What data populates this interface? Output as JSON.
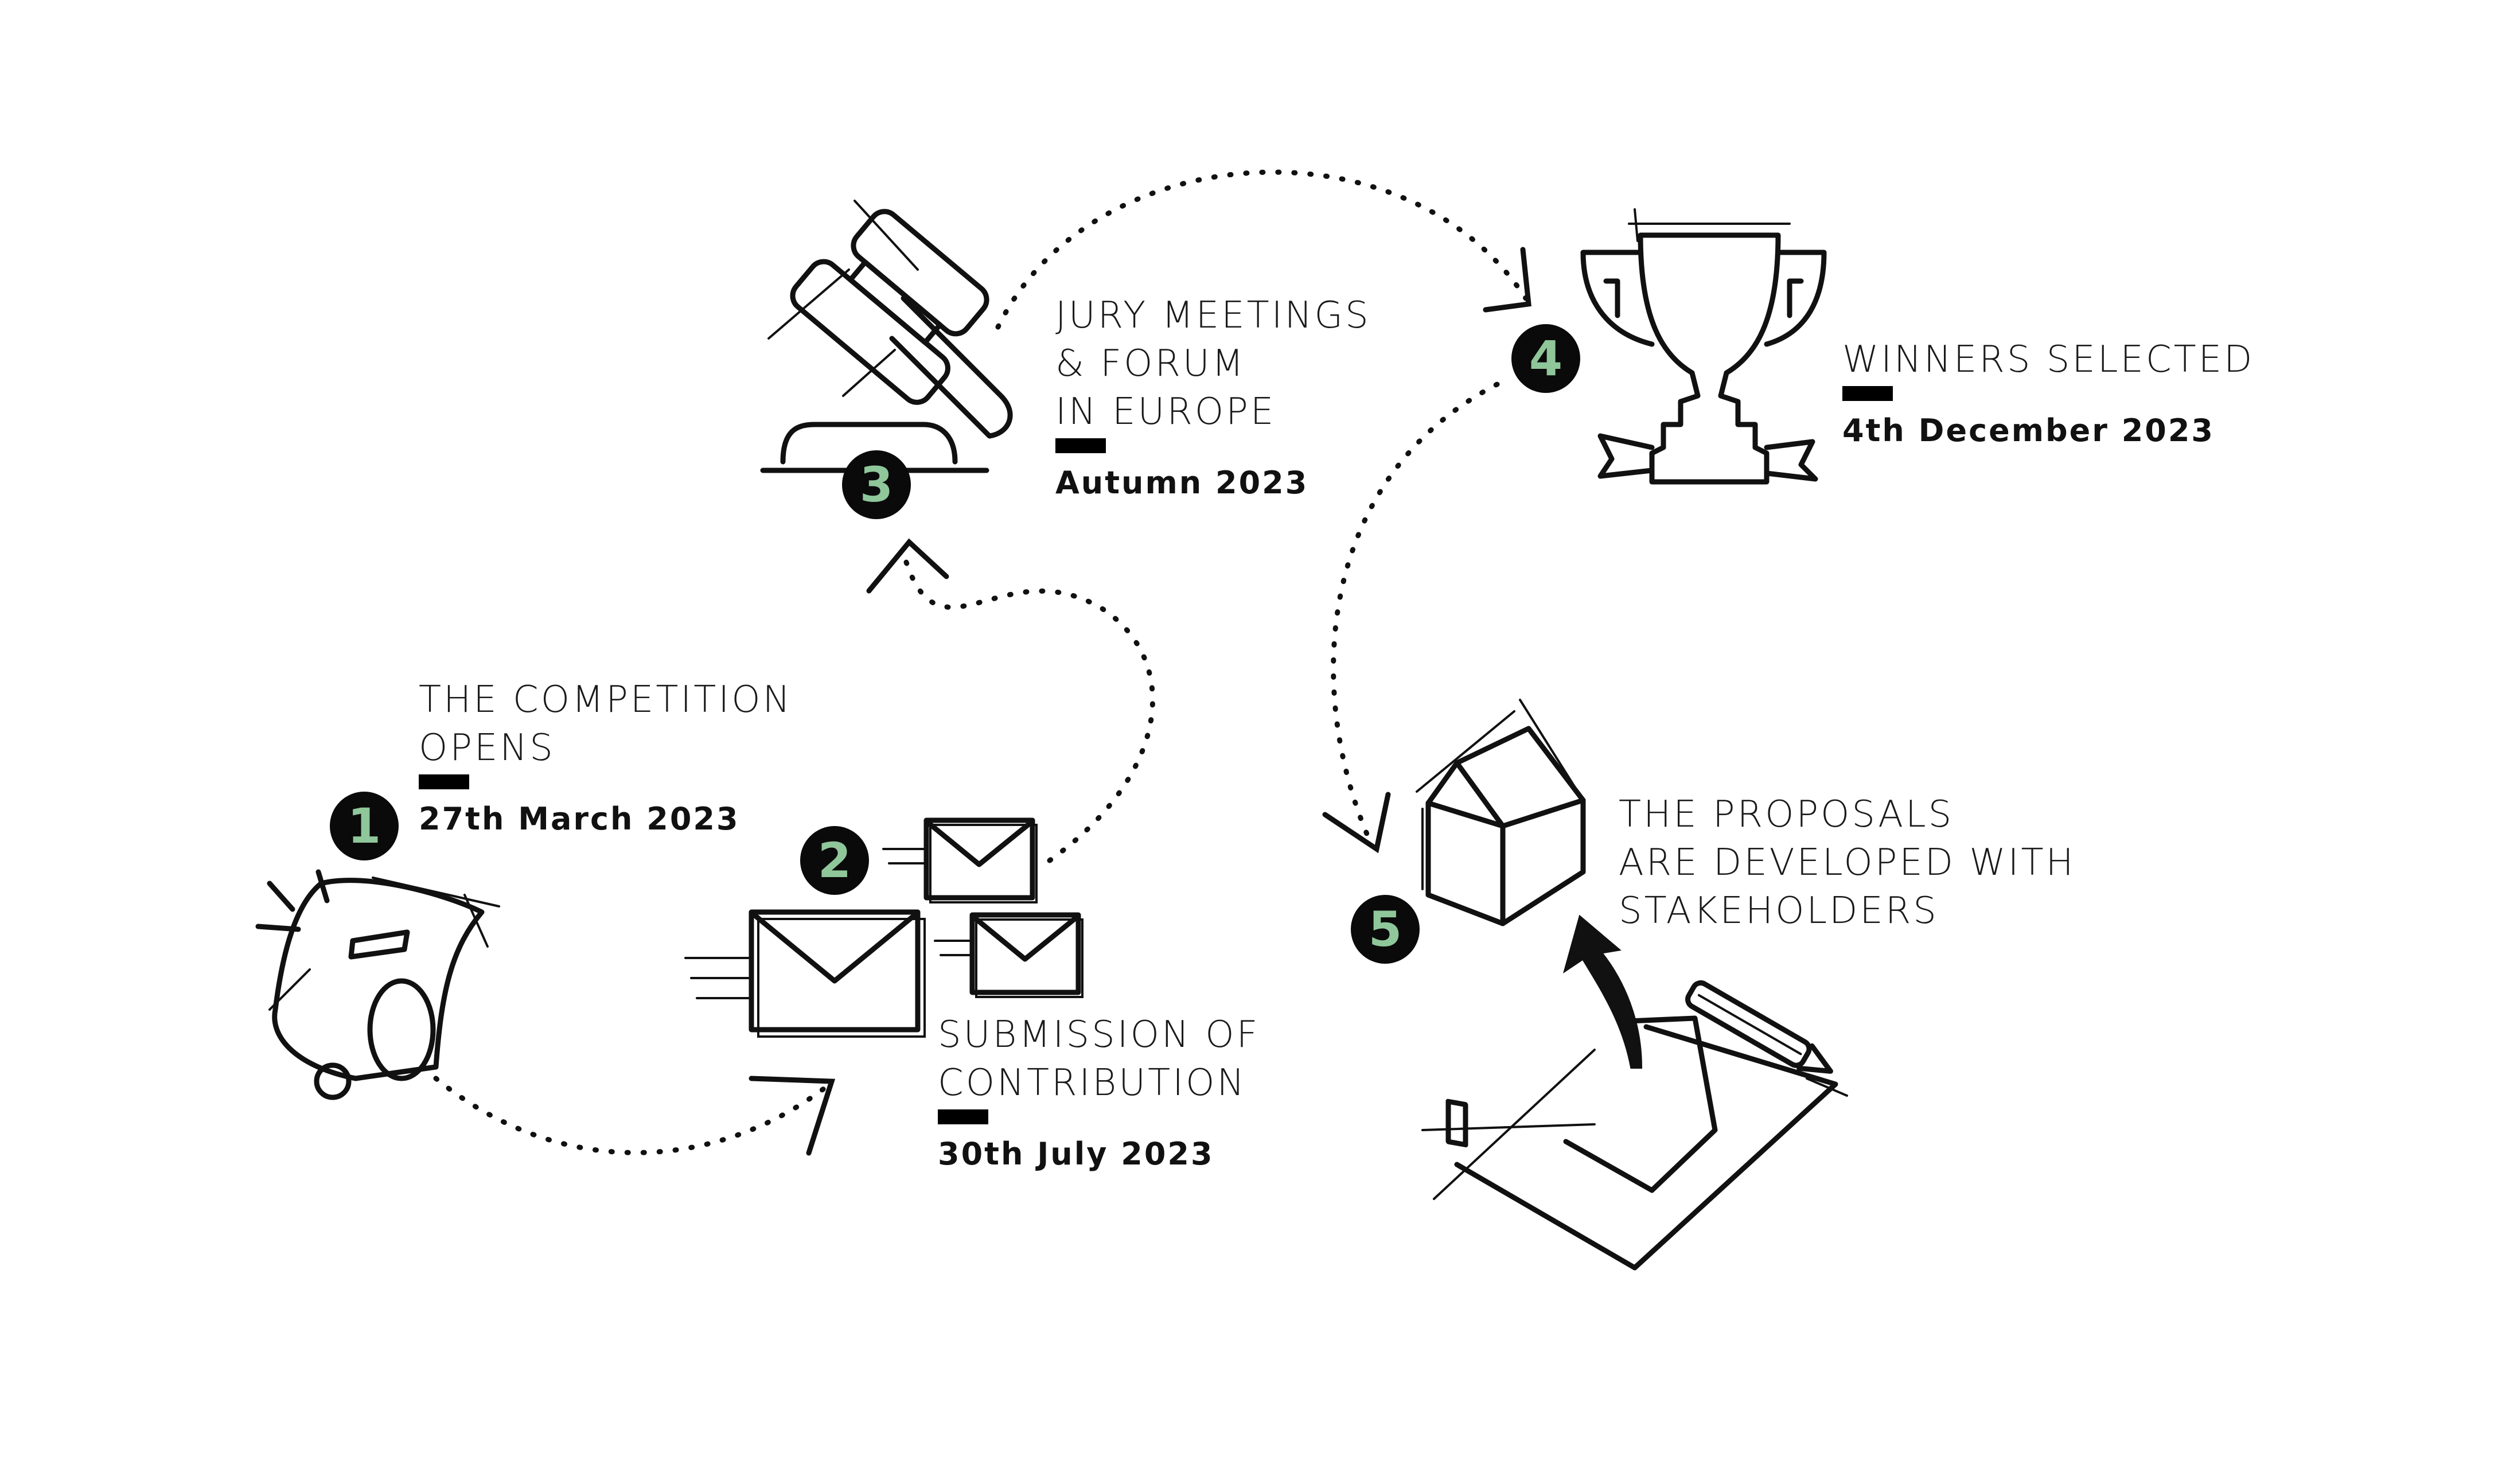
{
  "colors": {
    "badge_fill": "#0a0a0a",
    "badge_number": "#8fc79a",
    "ink": "#111111"
  },
  "stages": [
    {
      "number": "1",
      "title_lines": [
        "THE COMPETITION",
        "OPENS"
      ],
      "date": "27th March 2023",
      "icon": "whistle-icon"
    },
    {
      "number": "2",
      "title_lines": [
        "SUBMISSION OF",
        "CONTRIBUTION"
      ],
      "date": "30th July 2023",
      "icon": "envelopes-icon"
    },
    {
      "number": "3",
      "title_lines": [
        "JURY MEETINGS",
        "& FORUM",
        "IN EUROPE"
      ],
      "date": "Autumn 2023",
      "icon": "gavel-icon"
    },
    {
      "number": "4",
      "title_lines": [
        "WINNERS SELECTED"
      ],
      "date": "4th December 2023",
      "icon": "trophy-icon"
    },
    {
      "number": "5",
      "title_lines": [
        "THE PROPOSALS",
        "ARE DEVELOPED WITH",
        "STAKEHOLDERS"
      ],
      "date": "",
      "icon": "house-on-plan-icon"
    }
  ]
}
